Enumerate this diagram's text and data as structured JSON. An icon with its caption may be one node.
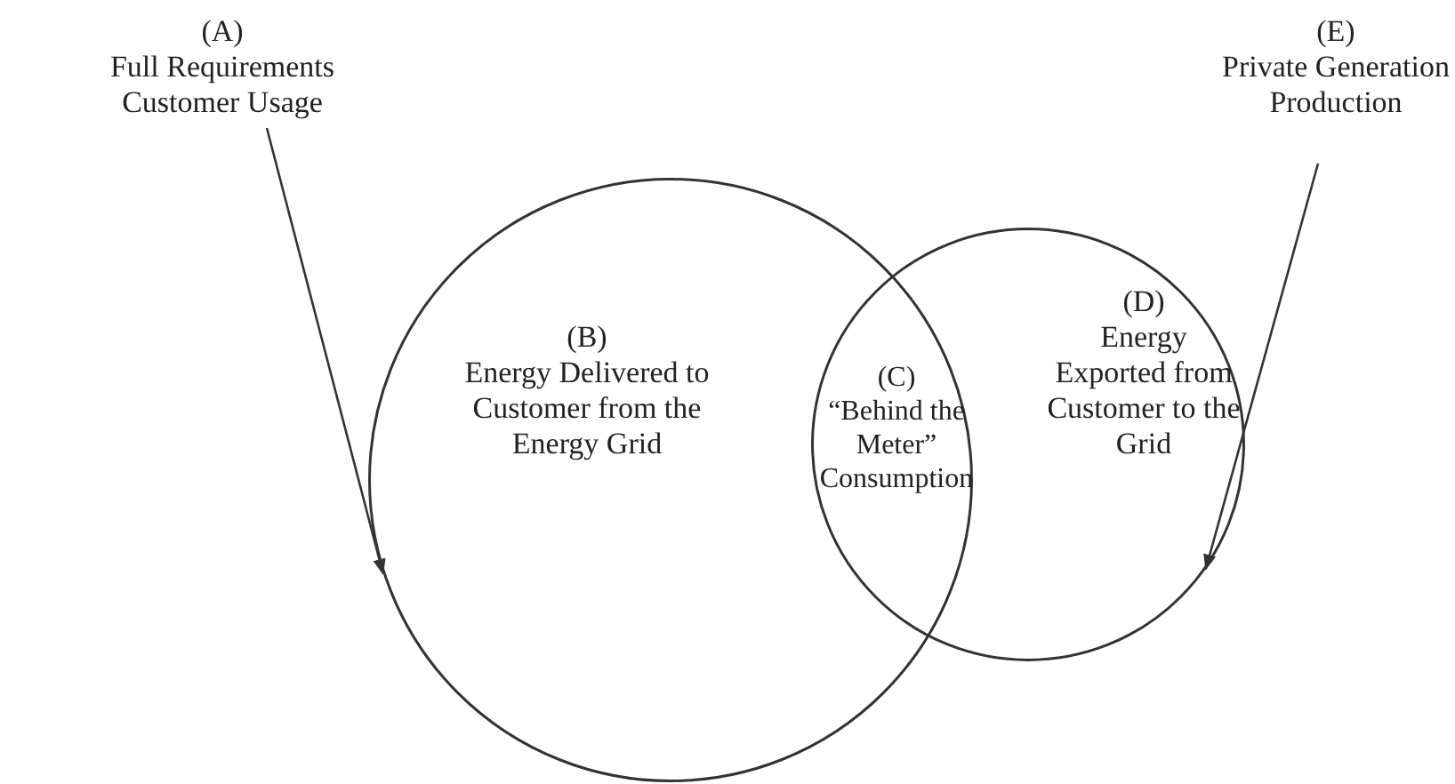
{
  "diagram": {
    "nodes": [
      {
        "text": [
          "(A)",
          "Full Requirements Customer Usage"
        ]
      },
      {
        "text": [
          "(B)",
          "Energy Delivered to Customer from the Energy Grid"
        ]
      },
      {
        "text": [
          "(C)",
          "“Behind the Meter” Consumption"
        ]
      },
      {
        "text": [
          "(D)",
          "Energy Exported from Customer to the Grid"
        ]
      },
      {
        "text": [
          "(E)",
          "Private Generation Production"
        ]
      }
    ],
    "edges": [
      {
        "from": 0,
        "to": 1,
        "arrow": "to"
      },
      {
        "from": 4,
        "to": 3,
        "arrow": "to"
      }
    ]
  }
}
